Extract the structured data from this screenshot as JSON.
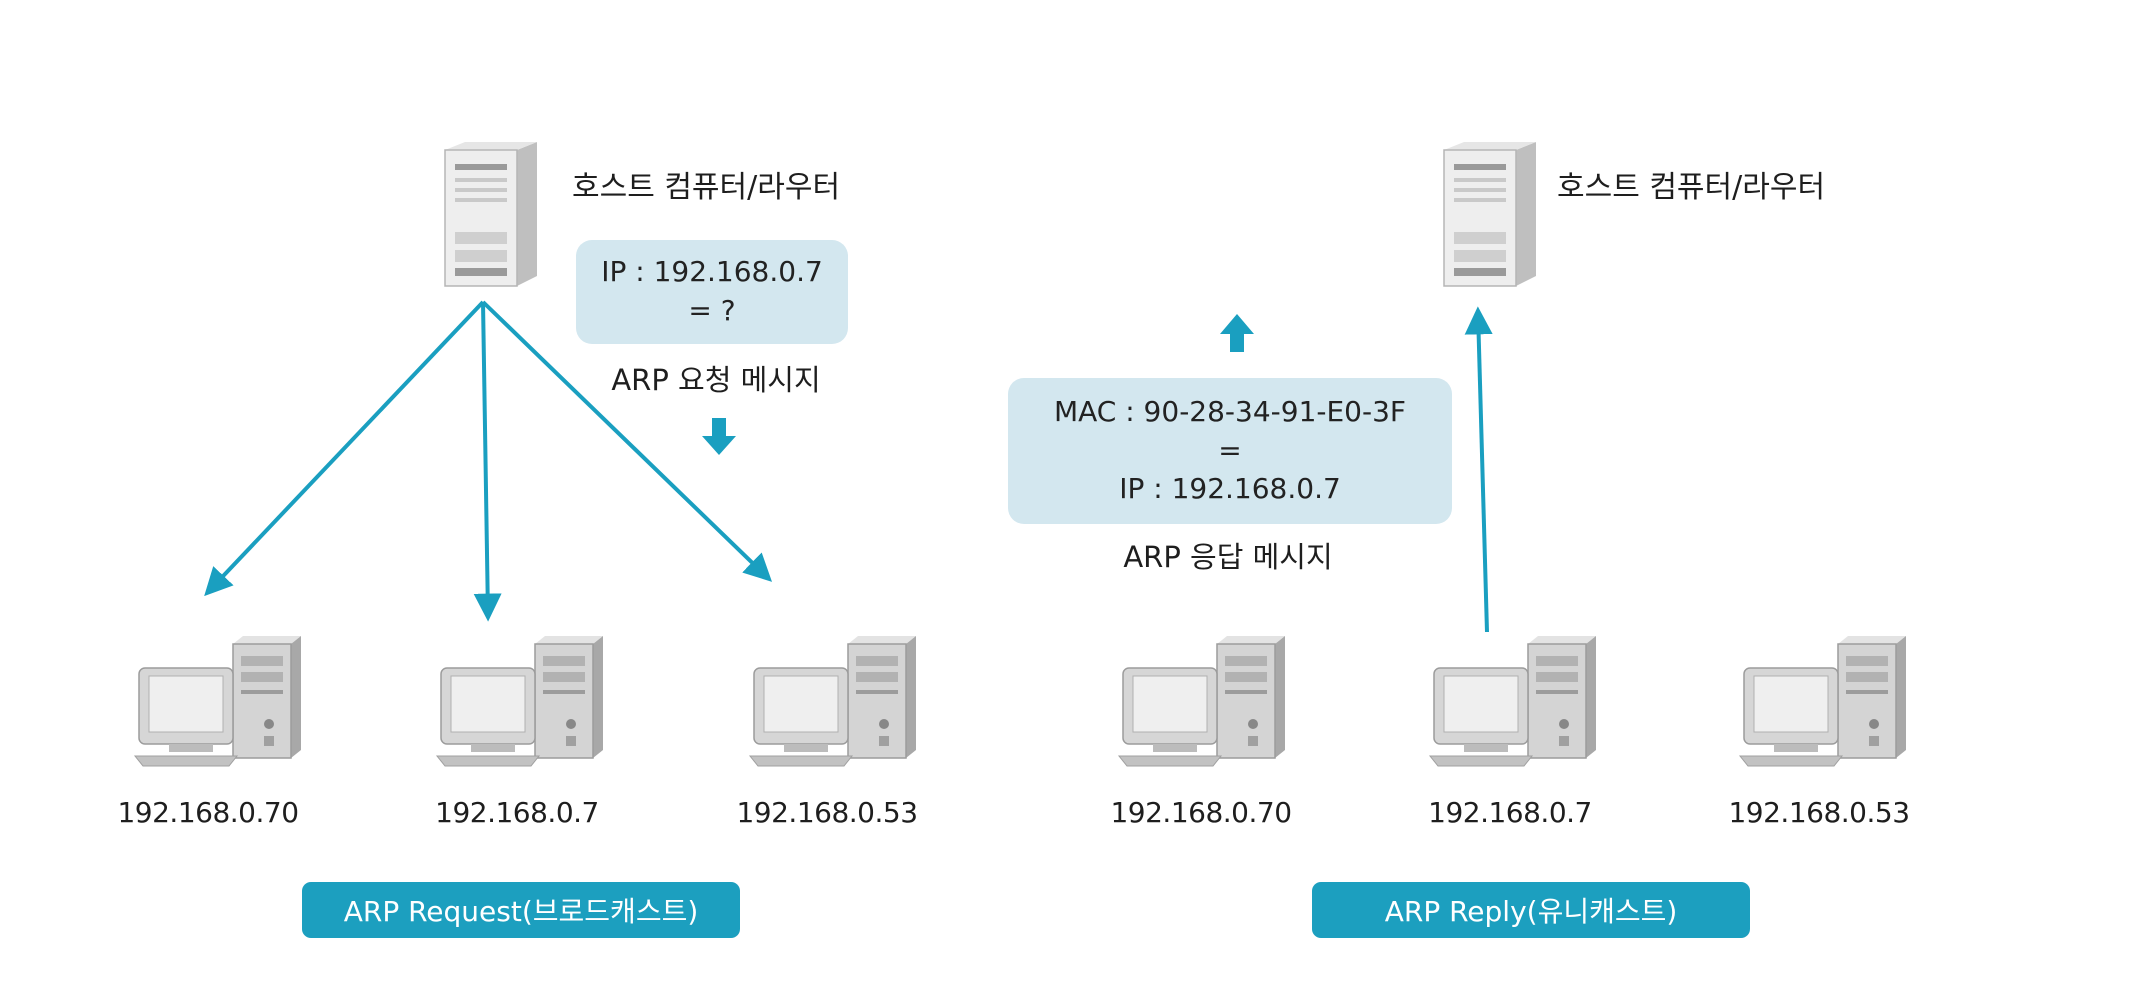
{
  "colors": {
    "accent": "#1c9fbf",
    "bubble": "#d3e7ef",
    "arrow": "#1a9fc0"
  },
  "request": {
    "host_label": "호스트 컴퓨터/라우터",
    "query_bubble": {
      "line1": "IP : 192.168.0.7",
      "line2": "= ?"
    },
    "message_label": "ARP 요청 메시지",
    "clients": [
      "192.168.0.70",
      "192.168.0.7",
      "192.168.0.53"
    ],
    "caption": "ARP Request(브로드캐스트)"
  },
  "reply": {
    "host_label": "호스트 컴퓨터/라우터",
    "answer_bubble": {
      "line1": "MAC : 90-28-34-91-E0-3F",
      "line2": "=",
      "line3": "IP : 192.168.0.7"
    },
    "message_label": "ARP 응답 메시지",
    "clients": [
      "192.168.0.70",
      "192.168.0.7",
      "192.168.0.53"
    ],
    "caption": "ARP Reply(유니캐스트)"
  }
}
